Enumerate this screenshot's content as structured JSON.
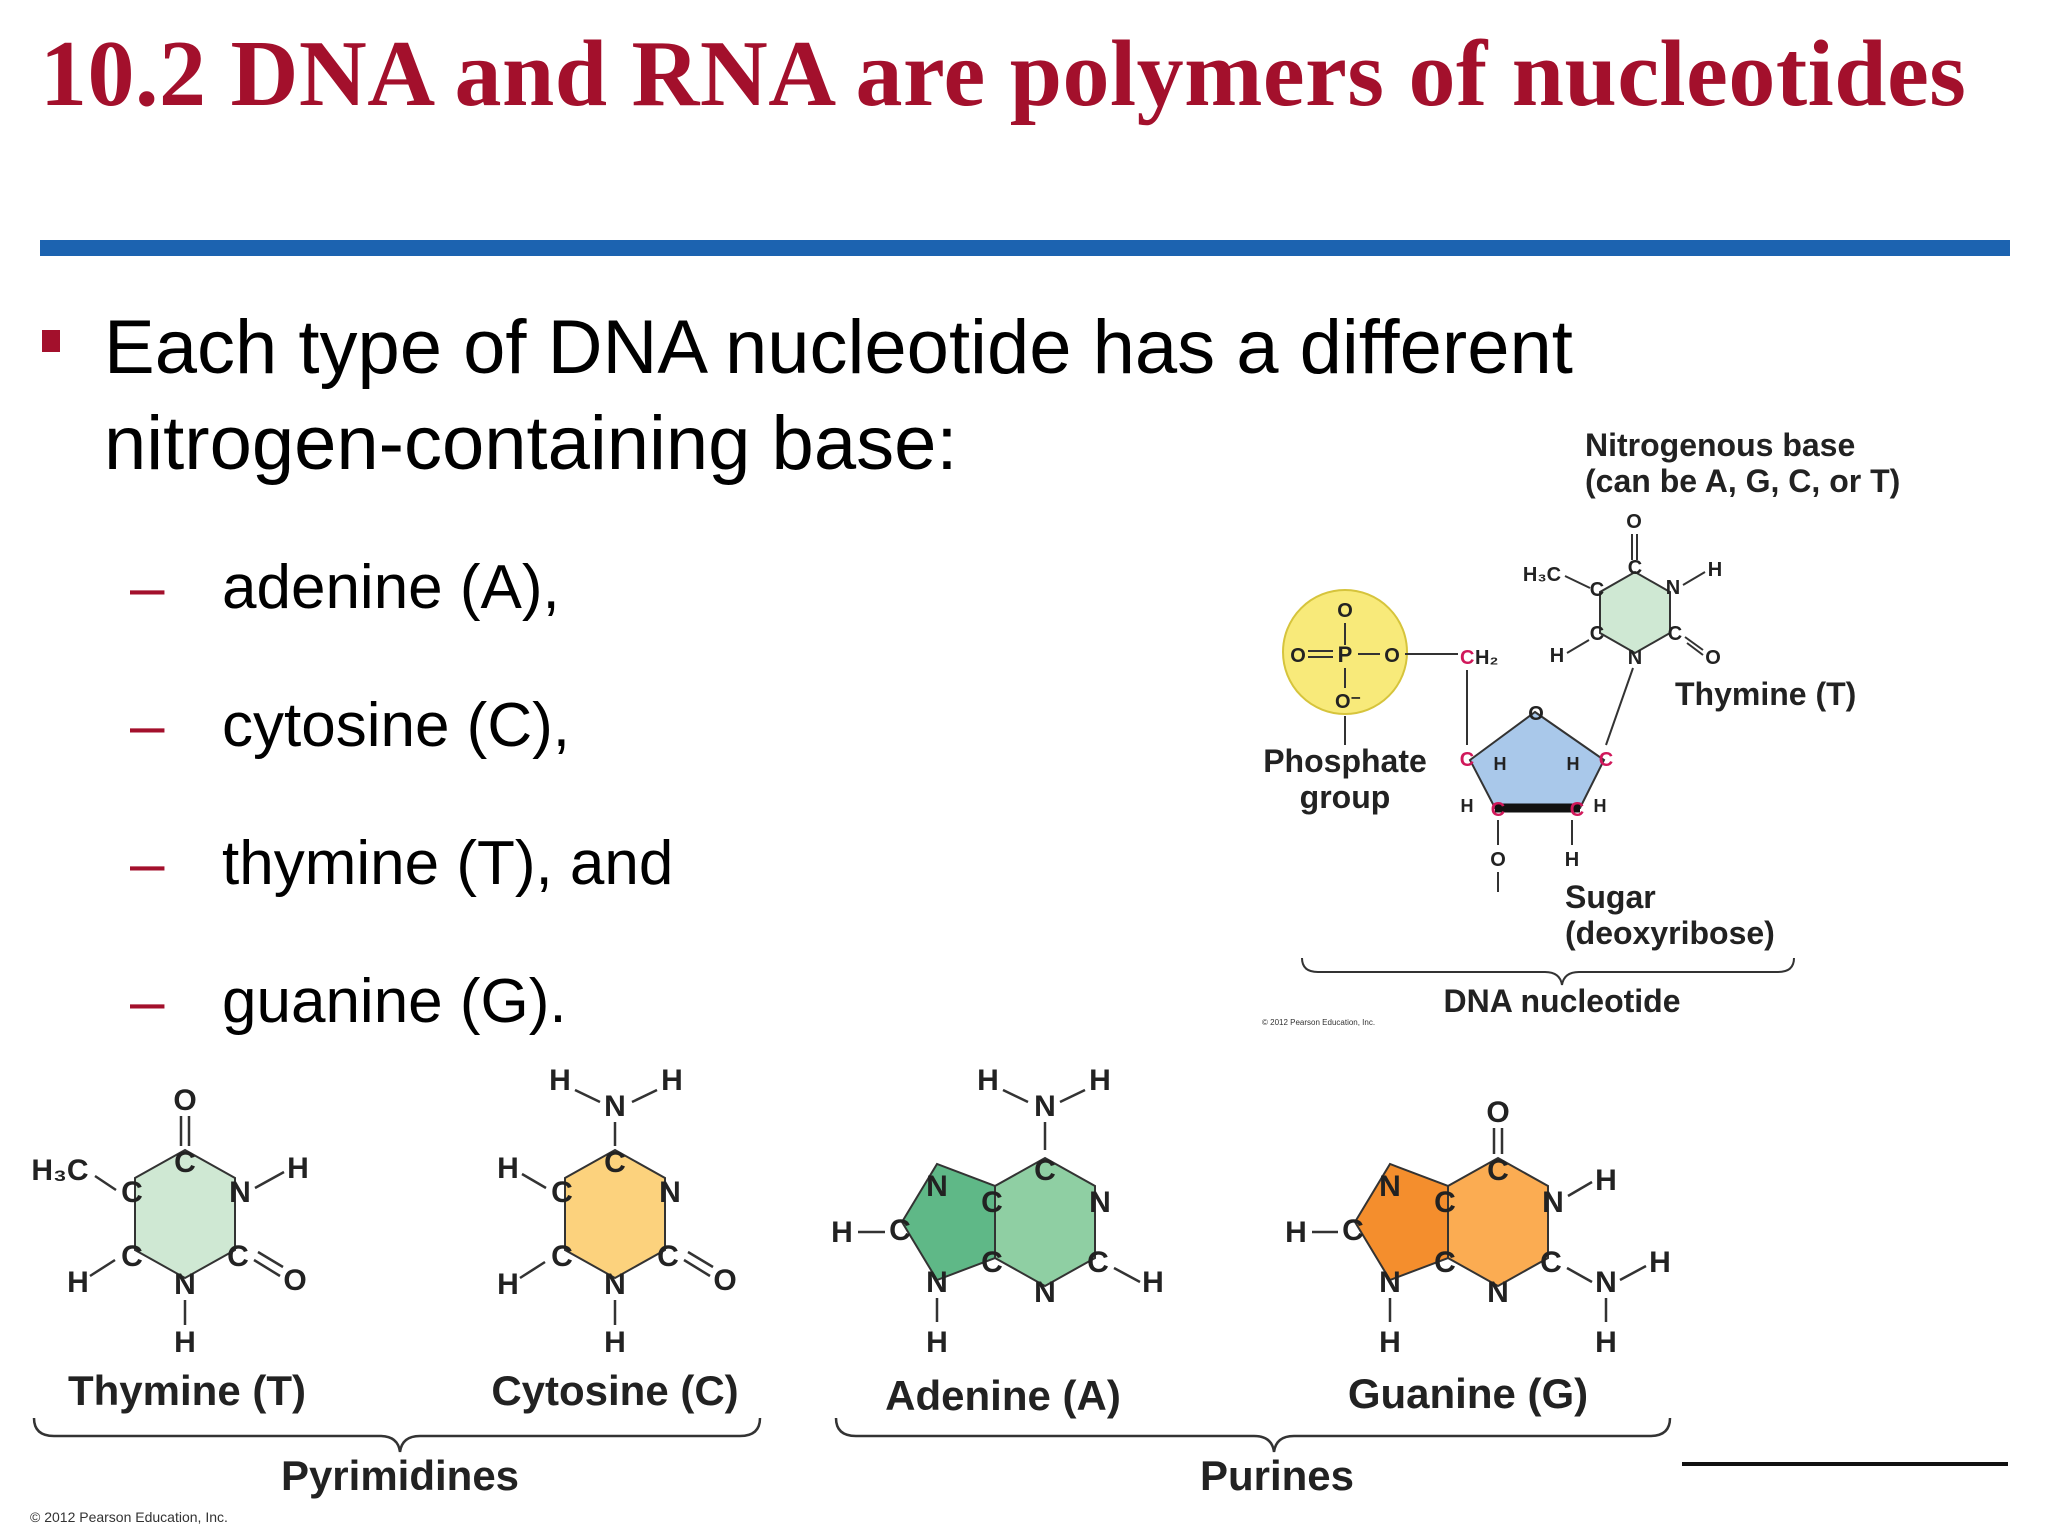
{
  "slide": {
    "title": "10.2 DNA and RNA are polymers of nucleotides",
    "bullet": "Each type of DNA nucleotide has a different nitrogen-containing base:",
    "sub_items": [
      "adenine (A),",
      "cytosine (C),",
      "thymine (T), and",
      "guanine (G)."
    ],
    "colors": {
      "title": "#a3102c",
      "rule": "#1c63b0"
    }
  },
  "nucleotide_figure": {
    "base_label_line1": "Nitrogenous base",
    "base_label_line2": "(can be A, G, C, or T)",
    "thymine_label": "Thymine (T)",
    "phosphate_label_line1": "Phosphate",
    "phosphate_label_line2": "group",
    "sugar_label_line1": "Sugar",
    "sugar_label_line2": "(deoxyribose)",
    "brace_label": "DNA nucleotide",
    "credit": "© 2012 Pearson Education, Inc."
  },
  "bases_figure": {
    "thymine": "Thymine (T)",
    "cytosine": "Cytosine (C)",
    "adenine": "Adenine (A)",
    "guanine": "Guanine (G)",
    "pyrimidines": "Pyrimidines",
    "purines": "Purines",
    "credit": "© 2012 Pearson Education, Inc."
  }
}
